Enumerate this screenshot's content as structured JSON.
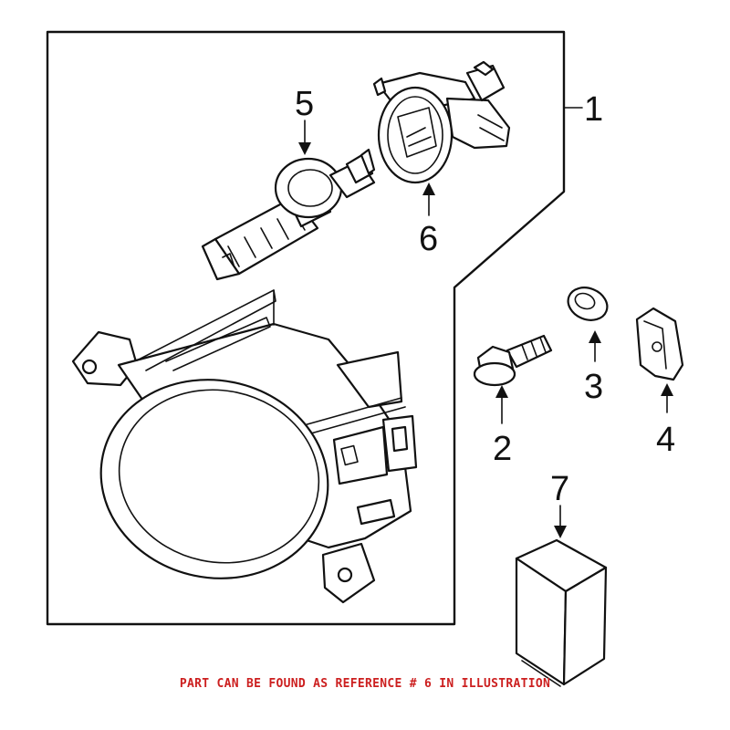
{
  "callouts": {
    "c1": "1",
    "c2": "2",
    "c3": "3",
    "c4": "4",
    "c5": "5",
    "c6": "6",
    "c7": "7"
  },
  "footnote": "PART CAN BE FOUND AS REFERENCE # 6 IN ILLUSTRATION",
  "colors": {
    "footnote": "#cc1f1f",
    "line": "#111111"
  }
}
